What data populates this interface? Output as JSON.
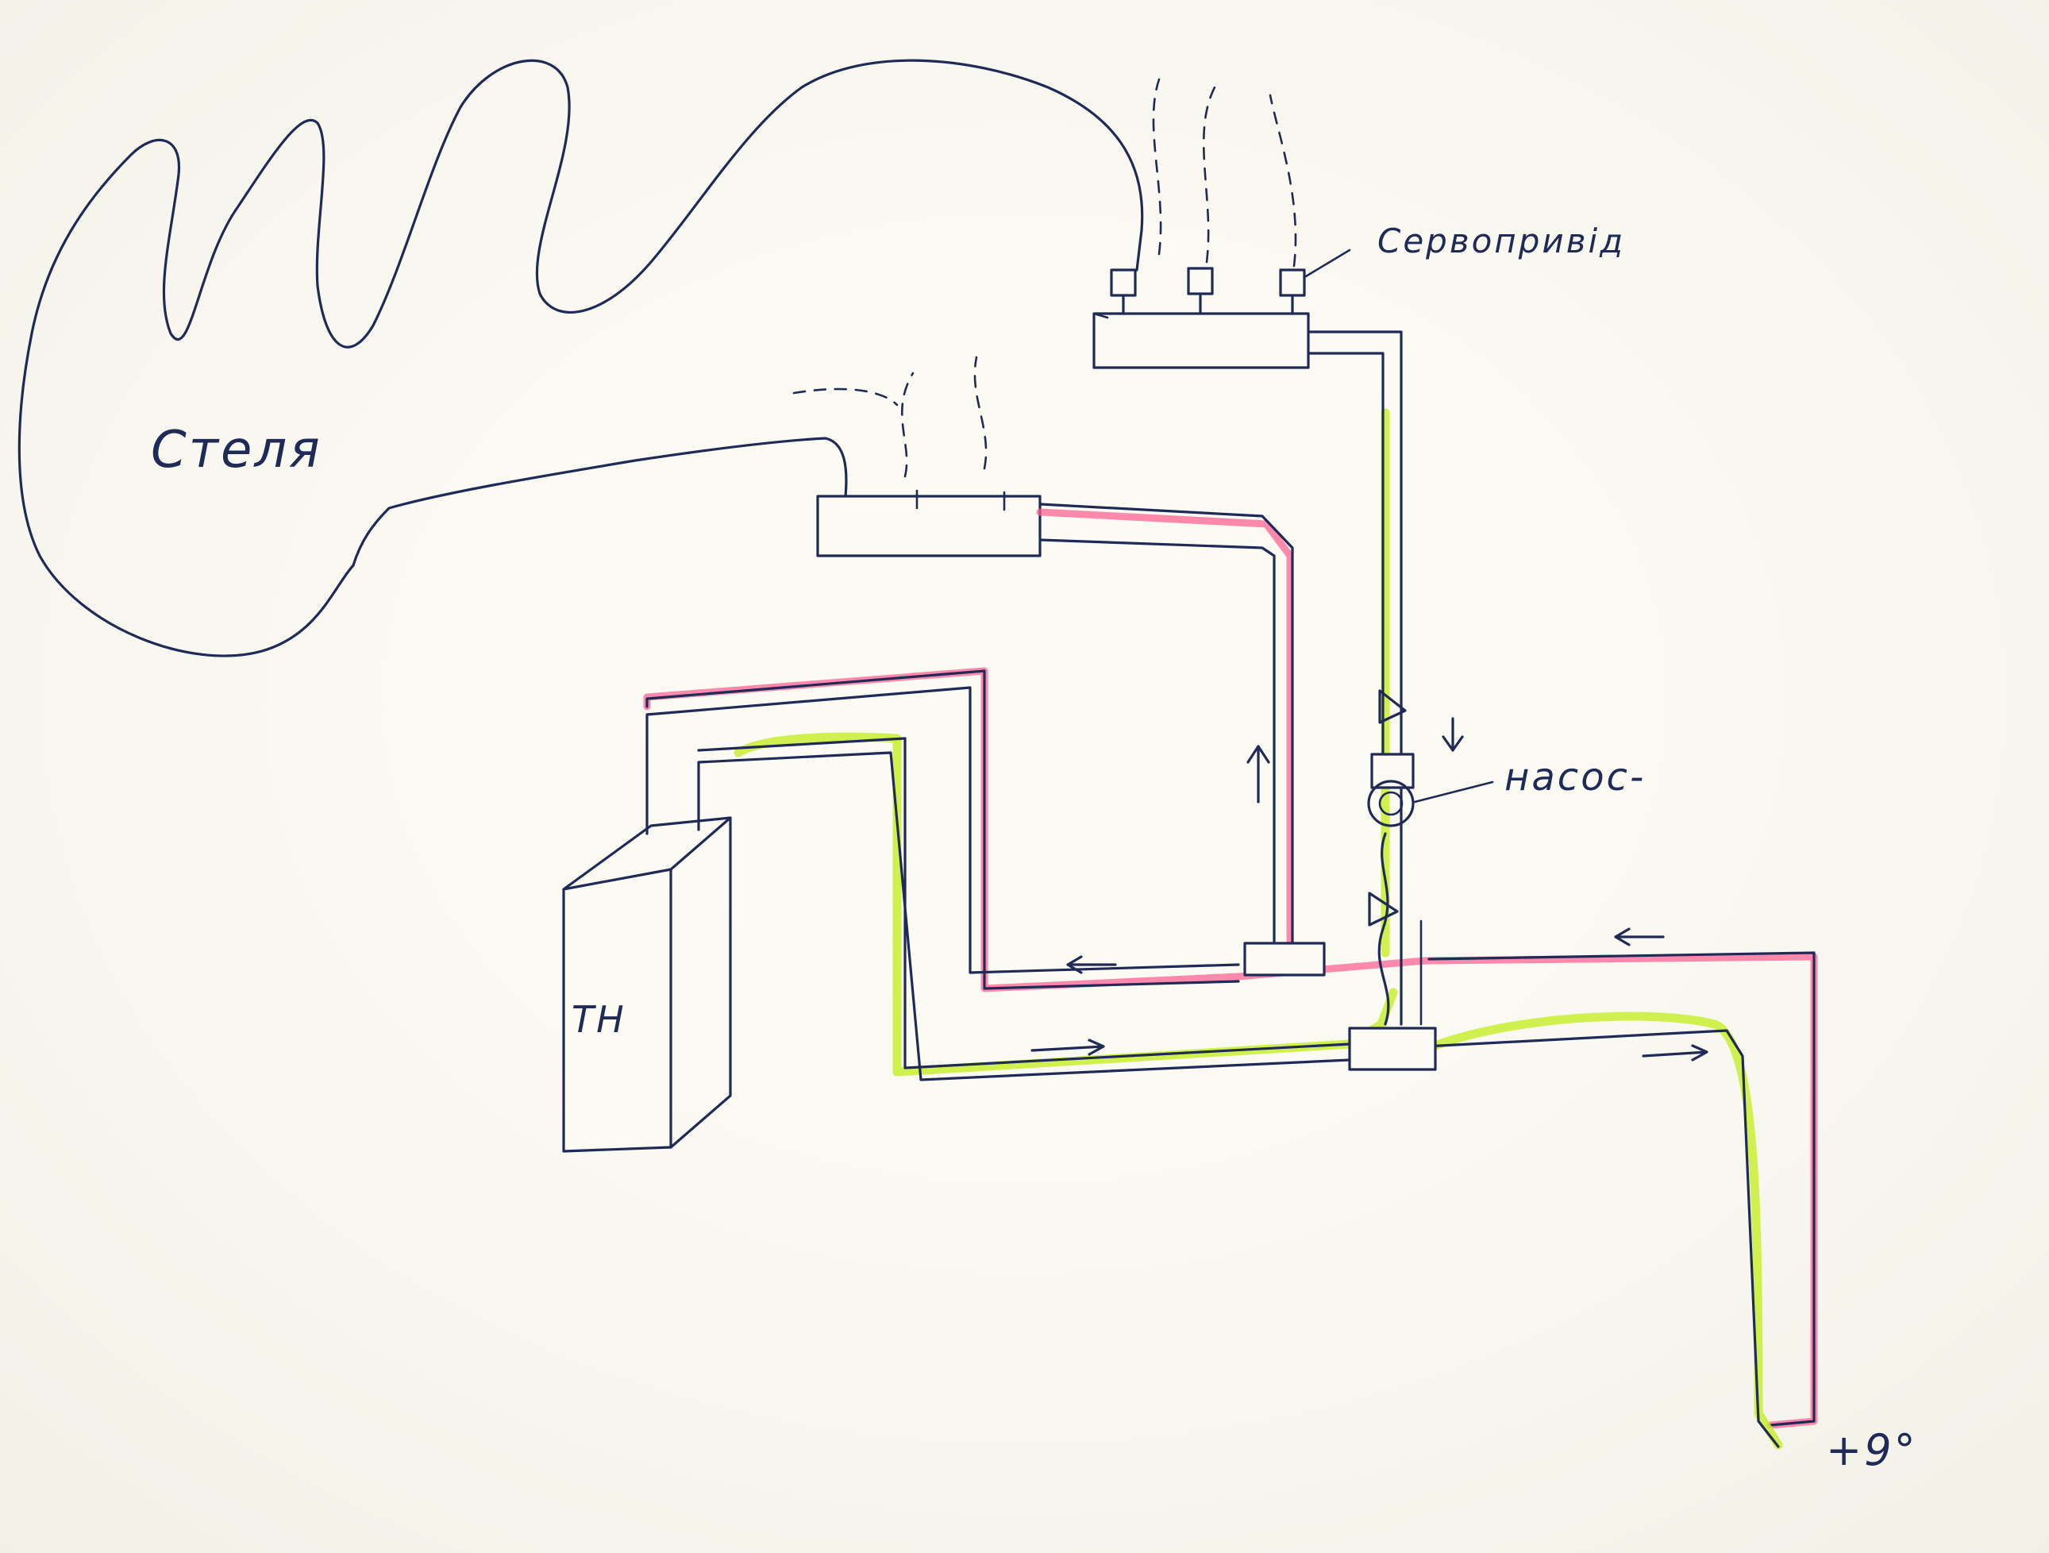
{
  "labels": {
    "ceiling": "Стеля",
    "servo": "Сервопривід",
    "pump": "насос-",
    "heat_pump": "ТН",
    "temperature": "+9°"
  },
  "colors": {
    "ink": "#1f2a56",
    "supply_line": "#ff5d92",
    "return_line": "#c6ee2a",
    "paper": "#fbfaf3"
  }
}
